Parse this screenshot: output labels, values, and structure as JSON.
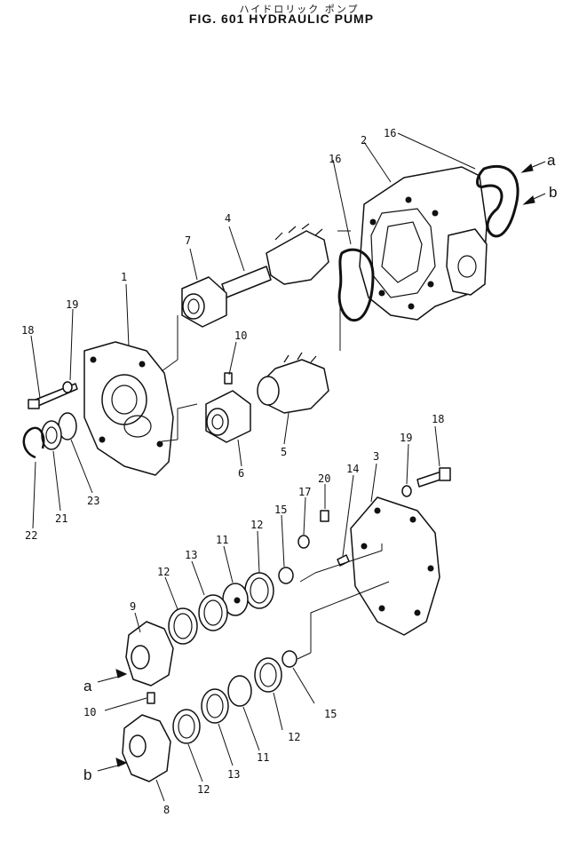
{
  "header": {
    "title_jp": "ハイドロリック ポンプ",
    "title": "FIG. 601   HYDRAULIC  PUMP"
  },
  "callouts": [
    {
      "id": "c2",
      "text": "2"
    },
    {
      "id": "c16a",
      "text": "16"
    },
    {
      "id": "c16b",
      "text": "16"
    },
    {
      "id": "ca1",
      "text": "a"
    },
    {
      "id": "cb1",
      "text": "b"
    },
    {
      "id": "c4",
      "text": "4"
    },
    {
      "id": "c7",
      "text": "7"
    },
    {
      "id": "c1",
      "text": "1"
    },
    {
      "id": "c19a",
      "text": "19"
    },
    {
      "id": "c18a",
      "text": "18"
    },
    {
      "id": "c10a",
      "text": "10"
    },
    {
      "id": "c5",
      "text": "5"
    },
    {
      "id": "c6",
      "text": "6"
    },
    {
      "id": "c23",
      "text": "23"
    },
    {
      "id": "c21",
      "text": "21"
    },
    {
      "id": "c22",
      "text": "22"
    },
    {
      "id": "c18b",
      "text": "18"
    },
    {
      "id": "c19b",
      "text": "19"
    },
    {
      "id": "c3",
      "text": "3"
    },
    {
      "id": "c20",
      "text": "20"
    },
    {
      "id": "c14",
      "text": "14"
    },
    {
      "id": "c17",
      "text": "17"
    },
    {
      "id": "c15a",
      "text": "15"
    },
    {
      "id": "c12a",
      "text": "12"
    },
    {
      "id": "c11a",
      "text": "11"
    },
    {
      "id": "c13a",
      "text": "13"
    },
    {
      "id": "c12b",
      "text": "12"
    },
    {
      "id": "c9",
      "text": "9"
    },
    {
      "id": "ca2",
      "text": "a"
    },
    {
      "id": "c15b",
      "text": "15"
    },
    {
      "id": "c10b",
      "text": "10"
    },
    {
      "id": "c12c",
      "text": "12"
    },
    {
      "id": "c11b",
      "text": "11"
    },
    {
      "id": "c13b",
      "text": "13"
    },
    {
      "id": "c12d",
      "text": "12"
    },
    {
      "id": "cb2",
      "text": "b"
    },
    {
      "id": "c8",
      "text": "8"
    }
  ]
}
